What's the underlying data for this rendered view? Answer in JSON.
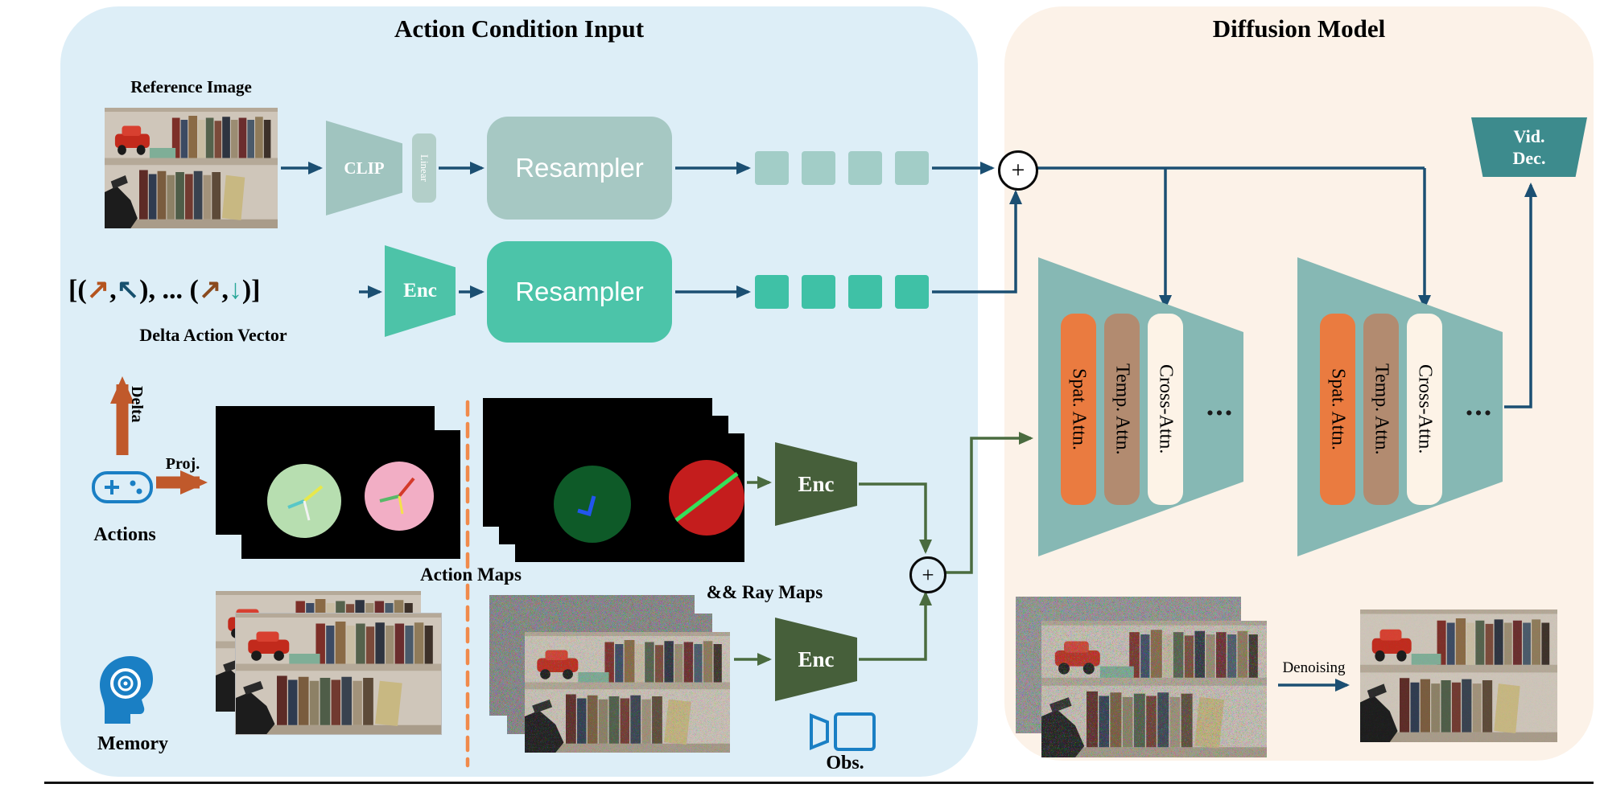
{
  "left_panel": {
    "title": "Action Condition Input",
    "reference_image_label": "Reference Image",
    "clip_label": "CLIP",
    "linear_label": "Linear",
    "resampler_top_label": "Resampler",
    "resampler_bottom_label": "Resampler",
    "enc_action_label": "Enc",
    "enc_maps_label": "Enc",
    "enc_memory_label": "Enc",
    "delta_vector": {
      "open": "[(",
      "arrow1": "↗",
      "comma1": ",",
      "arrow2": "↖",
      "middle": "), ... (",
      "arrow3": "↗",
      "comma2": ",",
      "arrow4": "↓",
      "close": ")]"
    },
    "delta_action_vector_label": "Delta Action Vector",
    "delta_label": "Delta",
    "proj_label": "Proj.",
    "actions_label": "Actions",
    "action_maps_label": "Action Maps",
    "ray_maps_label": "&& Ray Maps",
    "memory_label": "Memory",
    "obs_label": "Obs."
  },
  "right_panel": {
    "title": "Diffusion Model",
    "unet_blocks": [
      {
        "bars": [
          "Spat. Attn.",
          "Temp. Attn.",
          "Cross-Attn."
        ],
        "ellipsis": "..."
      },
      {
        "bars": [
          "Spat. Attn.",
          "Temp. Attn.",
          "Cross-Attn."
        ],
        "ellipsis": "..."
      }
    ],
    "vid_dec": {
      "line1": "Vid.",
      "line2": "Dec."
    },
    "denoising_label": "Denoising"
  },
  "operators": {
    "plus_top": "+",
    "plus_bottom": "+"
  },
  "colors": {
    "left_panel_bg": "#ddeef7",
    "right_panel_bg": "#fcf2e8",
    "arrow_blue": "#1b4f72",
    "arrow_green": "#4a6b3f",
    "arrow_orange": "#c0592b",
    "divider_orange": "#f08a4b",
    "gray_teal": "#a6c8c3",
    "bright_teal": "#4cc4a9",
    "token_light": "#a2cdc7",
    "token_bright": "#3fc1a6",
    "enc_green": "#465f3a",
    "unet_teal": "#86b8b4",
    "spat_attn_orange": "#ea7b40",
    "temp_attn_tan": "#b28b70",
    "cross_attn_cream": "#fdf3e7",
    "vid_dec_teal": "#3d8b8d",
    "icon_blue": "#1a7fc4"
  }
}
